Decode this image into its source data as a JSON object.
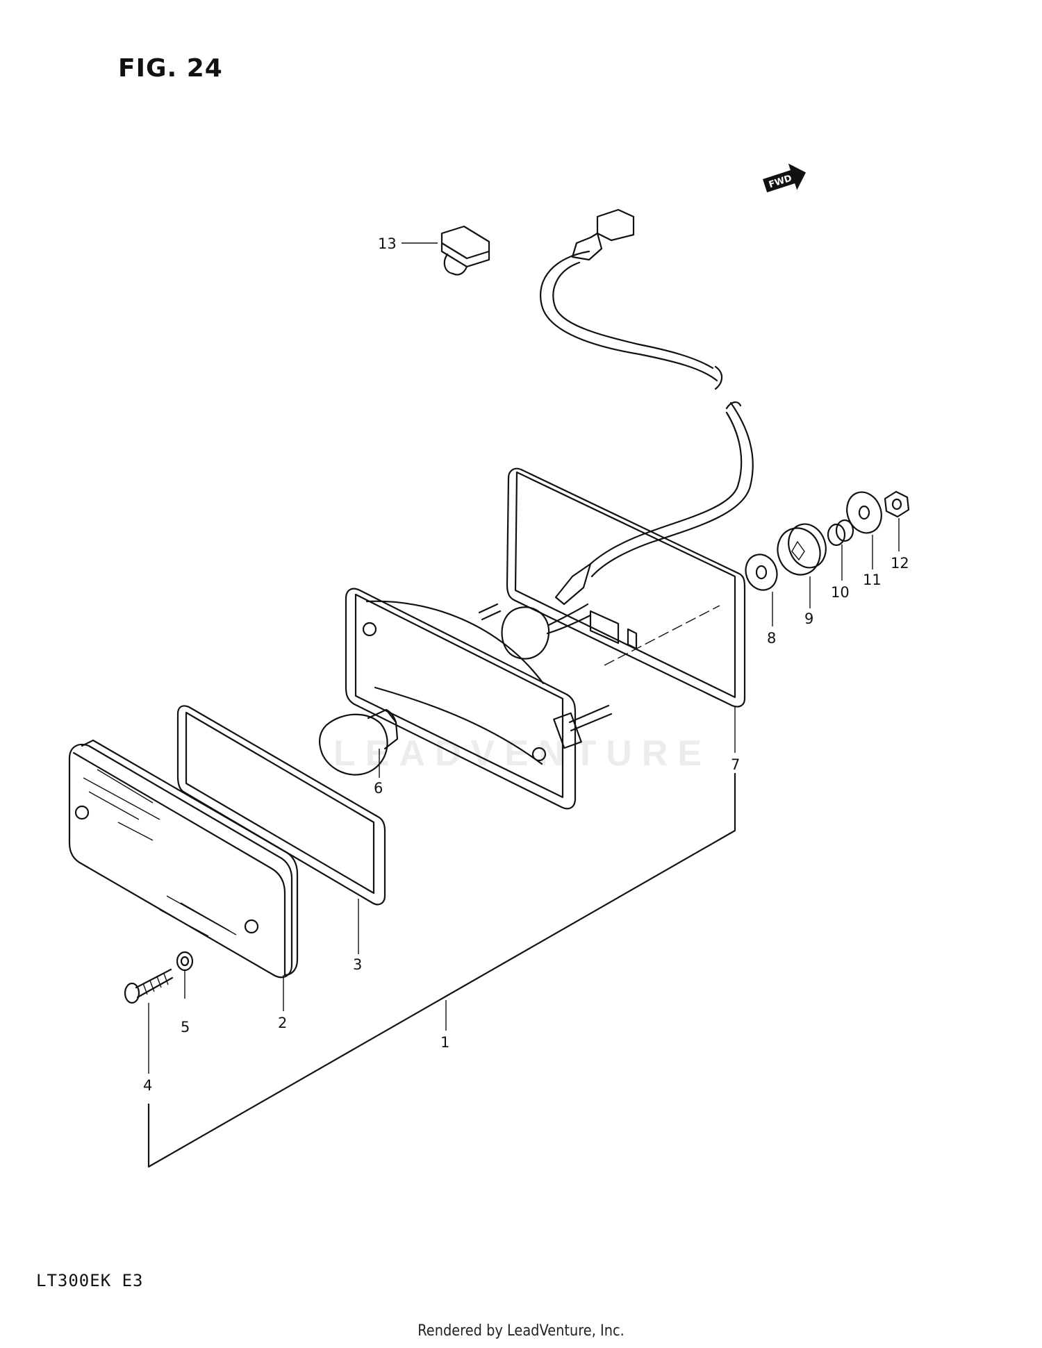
{
  "header": {
    "figure_label": "FIG. 24"
  },
  "direction_marker": {
    "text": "FWD"
  },
  "watermark": {
    "text": "LEADVENTURE"
  },
  "callouts": [
    {
      "number": "1",
      "part": "assembly"
    },
    {
      "number": "2",
      "part": "lens"
    },
    {
      "number": "3",
      "part": "lens-gasket"
    },
    {
      "number": "4",
      "part": "screw"
    },
    {
      "number": "5",
      "part": "washer"
    },
    {
      "number": "6",
      "part": "bulb"
    },
    {
      "number": "7",
      "part": "housing-gasket"
    },
    {
      "number": "8",
      "part": "washer"
    },
    {
      "number": "9",
      "part": "grommet"
    },
    {
      "number": "10",
      "part": "spacer"
    },
    {
      "number": "11",
      "part": "washer"
    },
    {
      "number": "12",
      "part": "nut"
    },
    {
      "number": "13",
      "part": "clamp"
    }
  ],
  "footer": {
    "model_code": "LT300EK  E3",
    "rendered_by": "Rendered by LeadVenture, Inc."
  }
}
